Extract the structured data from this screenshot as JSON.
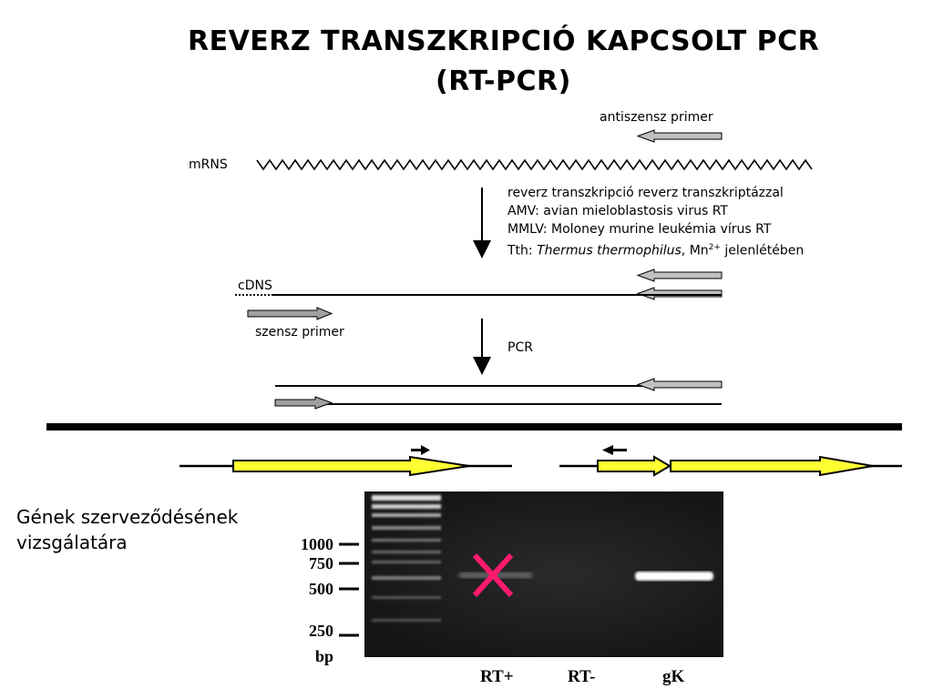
{
  "title_line1": "REVERZ TRANSZKRIPCIÓ KAPCSOLT PCR",
  "title_line2": "(RT-PCR)",
  "labels": {
    "antisense_primer": "antiszensz primer",
    "mrna": "mRNS",
    "cdna": "cDNS",
    "sense_primer": "szensz primer",
    "pcr": "PCR"
  },
  "rt_info": {
    "line1": "reverz transzkripció reverz transzkriptázzal",
    "line2": "AMV: avian mieloblastosis virus RT",
    "line3": "MMLV: Moloney murine leukémia vírus RT",
    "line4_prefix": "Tth: ",
    "line4_italic": "Thermus thermophilus",
    "line4_mid": ", Mn",
    "line4_sup": "2+",
    "line4_suffix": " jelenlétében"
  },
  "gel": {
    "caption_line1": "Gének szerveződésének",
    "caption_line2": "vizsgálatára",
    "size_markers": [
      "1000",
      "750",
      "500",
      "250"
    ],
    "unit": "bp",
    "lanes": [
      "RT+",
      "RT-",
      "gK"
    ]
  },
  "colors": {
    "gene_arrow": "#ffff33",
    "primer_arrow": "#c0c0c0",
    "cross": "#ff1a6e"
  }
}
